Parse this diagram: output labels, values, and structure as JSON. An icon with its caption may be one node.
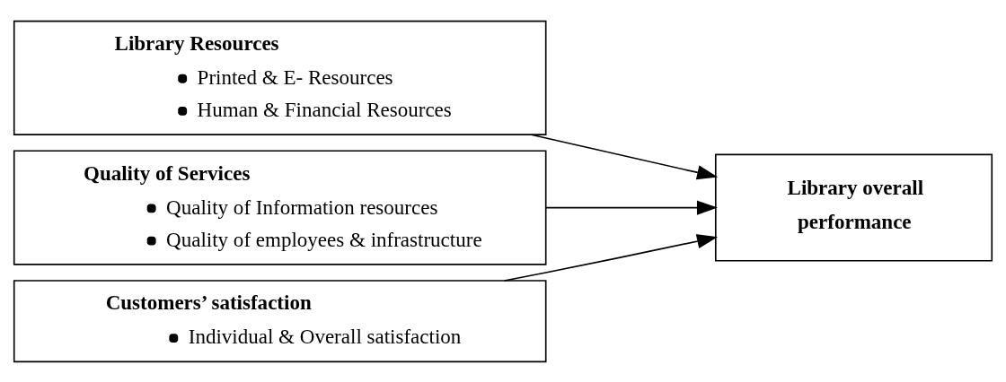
{
  "diagram": {
    "nodes": [
      {
        "text": [
          "Library Resources",
          "Printed & E- Resources",
          "Human & Financial Resources"
        ]
      },
      {
        "text": [
          "Quality of Services",
          "Quality of Information resources",
          "Quality of employees & infrastructure"
        ]
      },
      {
        "text": [
          "Customers’ satisfaction",
          "Individual & Overall satisfaction"
        ]
      },
      {
        "text": [
          "Library overall performance"
        ]
      }
    ],
    "edges": [
      {
        "from": 0,
        "to": 3,
        "arrow": "to"
      },
      {
        "from": 1,
        "to": 3,
        "arrow": "to"
      },
      {
        "from": 2,
        "to": 3,
        "arrow": "to"
      }
    ]
  }
}
